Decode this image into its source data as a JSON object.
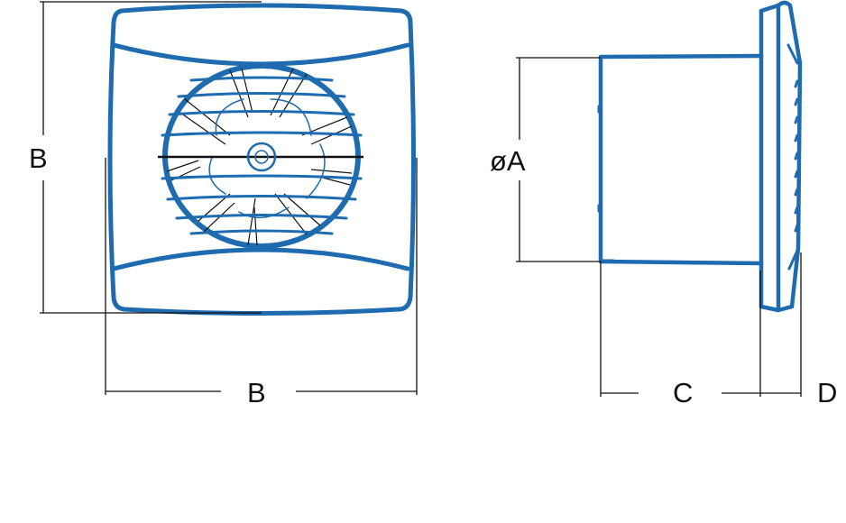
{
  "diagram": {
    "labels": {
      "front_height": "B",
      "front_width": "B",
      "duct_diameter": "øA",
      "body_depth": "C",
      "front_depth": "D"
    },
    "colors": {
      "outline": "#1f6bb0",
      "dimension": "#111111"
    }
  }
}
